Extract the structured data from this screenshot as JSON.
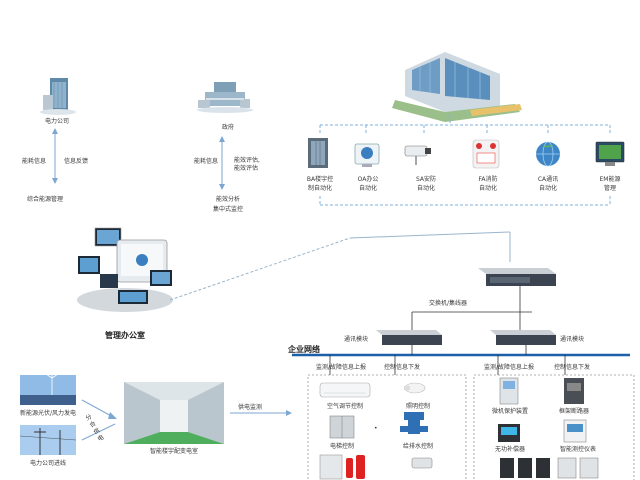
{
  "power_company": {
    "title": "电力公司",
    "up_label": "信息反馈",
    "down_label": "能耗信息",
    "bottom_label": "综合能源管理"
  },
  "government": {
    "title": "政府",
    "left_label": "能耗信息",
    "right_label_1": "能效评估,",
    "right_label_2": "能效评估",
    "bottom_label_1": "能效分析",
    "bottom_label_2": "集中式监控"
  },
  "office": {
    "title": "管理办公室"
  },
  "subsystems": [
    {
      "line1": "BA楼宇控",
      "line2": "制自动化"
    },
    {
      "line1": "OA办公",
      "line2": "自动化"
    },
    {
      "line1": "SA安防",
      "line2": "自动化"
    },
    {
      "line1": "FA消防",
      "line2": "自动化"
    },
    {
      "line1": "CA通讯",
      "line2": "自动化"
    },
    {
      "line1": "EM能源",
      "line2": "管理"
    }
  ],
  "switch_label": "交换机/集线器",
  "comm_module_left": "通讯模块",
  "comm_module_right": "通讯模块",
  "enterprise_network": "企业网络",
  "left_upload": "监测/故障信息上报",
  "left_control": "控制信息下发",
  "right_upload": "监测/故障信息上报",
  "right_control": "控制信息下发",
  "left_devices": {
    "ac": "空气调节控制",
    "lighting": "照明控制",
    "elevator": "电梯控制",
    "water": "给排水控制",
    "dot": "•"
  },
  "right_devices": {
    "microcomp": "微机保护装置",
    "lv_breaker": "框架断路器",
    "reactive": "无功补偿器",
    "smart_meter": "智能测控仪表"
  },
  "renewable": "新能源光伏/风力发电",
  "grid": "电力公司进线",
  "power_supply_label": "分合供电",
  "power_room": "智能楼宇配变电室",
  "supply_label": "供电监测"
}
